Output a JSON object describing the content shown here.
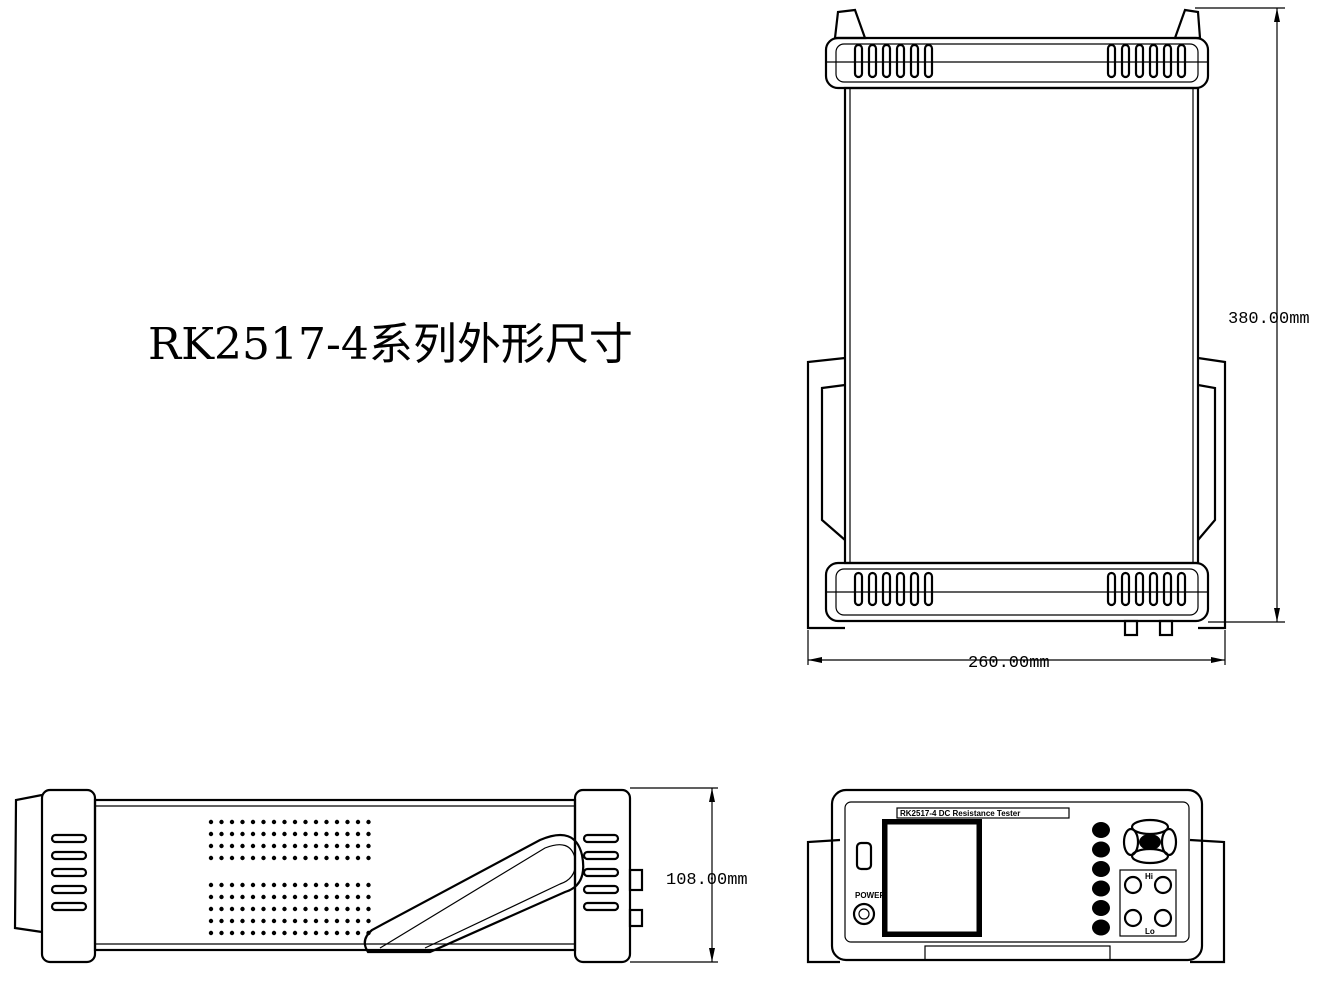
{
  "title": "RK2517-4系列外形尺寸",
  "dimensions": {
    "depth": "380.00mm",
    "width": "260.00mm",
    "height": "108.00mm"
  },
  "front_panel": {
    "model_label": "RK2517-4 DC Resistance Tester",
    "power_label": "POWER",
    "hi_label": "Hi",
    "lo_label": "Lo"
  },
  "colors": {
    "line": "#000000",
    "background": "#ffffff"
  }
}
